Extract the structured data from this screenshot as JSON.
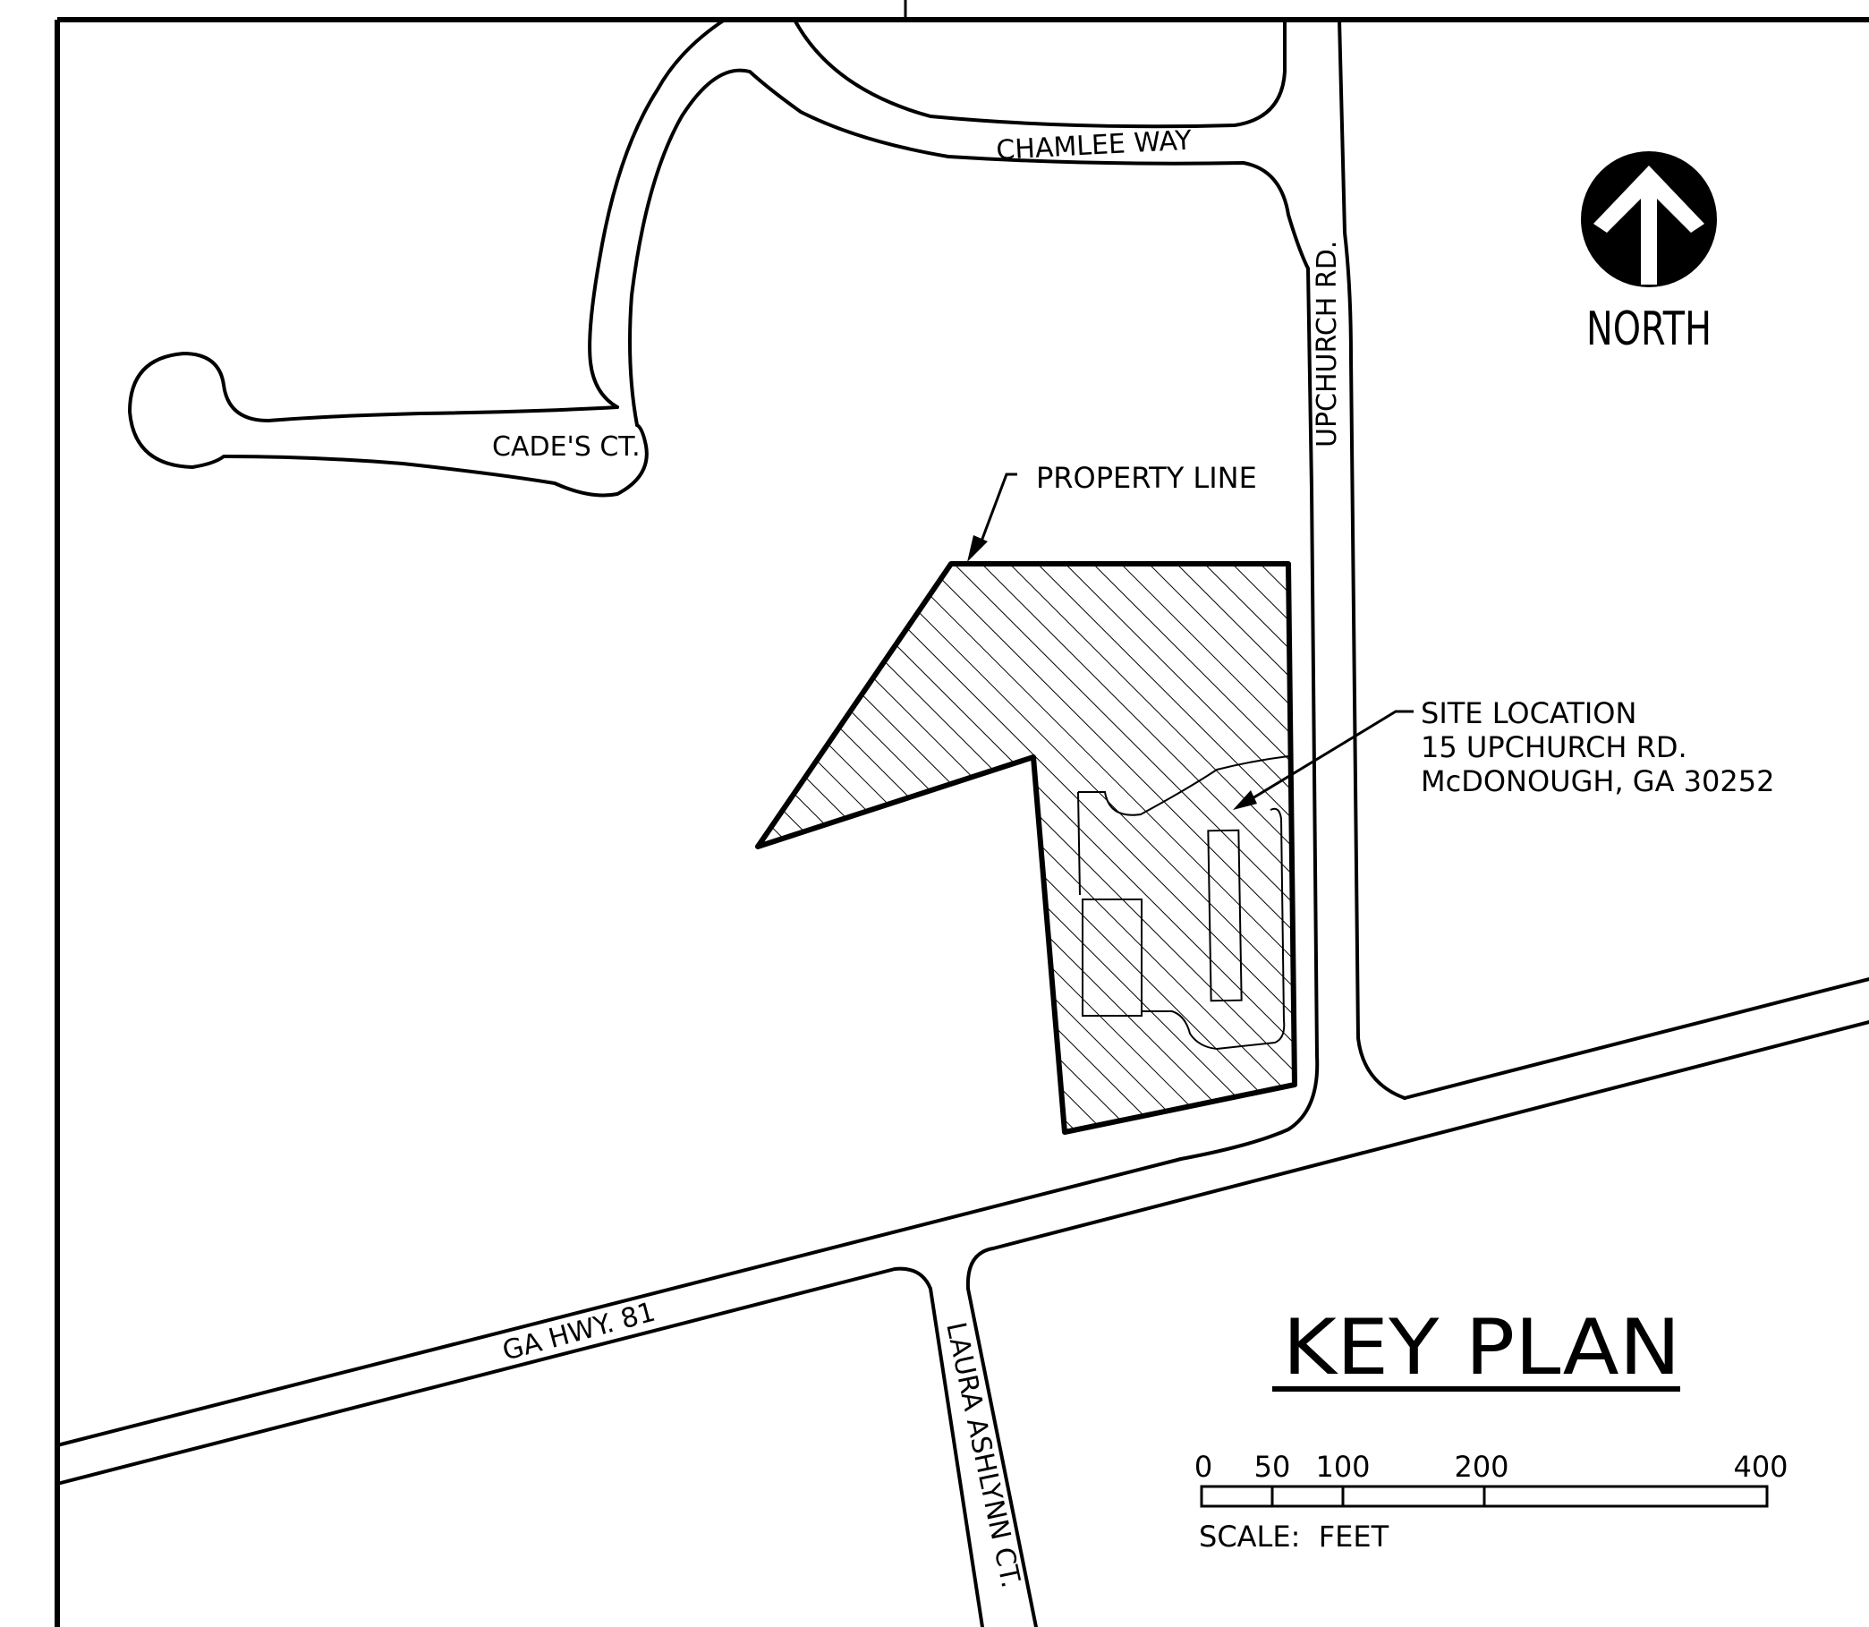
{
  "title": "KEY PLAN",
  "north_label": "NORTH",
  "streets": {
    "chamlee": "CHAMLEE WAY",
    "cades": "CADE'S CT.",
    "upchurch": "UPCHURCH RD.",
    "hwy81": "GA HWY. 81",
    "laura": "LAURA ASHLYNN CT."
  },
  "property_line_label": "PROPERTY LINE",
  "site": {
    "line1": "SITE LOCATION",
    "line2": "15 UPCHURCH RD.",
    "line3": "McDONOUGH, GA 30252"
  },
  "scale": {
    "ticks": [
      "0",
      "50",
      "100",
      "200",
      "400"
    ],
    "unit_label": "SCALE:  FEET"
  },
  "icons": {
    "north": "north-arrow-icon"
  },
  "colors": {
    "ink": "#000000",
    "paper": "#ffffff"
  }
}
